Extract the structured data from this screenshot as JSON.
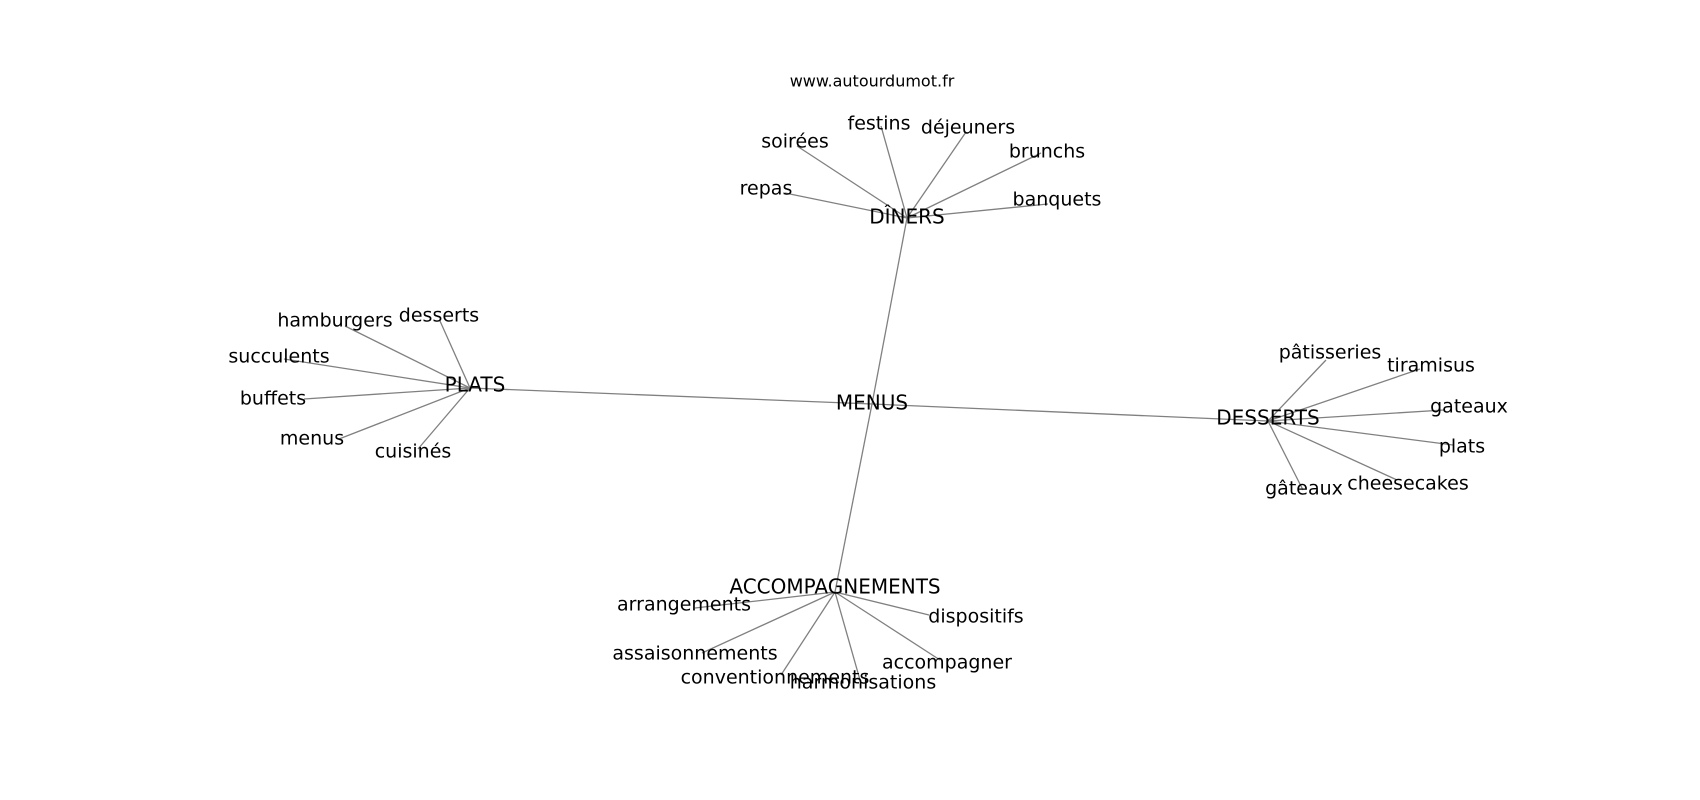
{
  "watermark": "www.autourdumot.fr",
  "root": "MENUS",
  "edge_color": "#808080",
  "groups": [
    {
      "hub": "DÎNERS",
      "leaves": [
        "festins",
        "déjeuners",
        "soirées",
        "brunchs",
        "repas",
        "banquets"
      ]
    },
    {
      "hub": "PLATS",
      "leaves": [
        "hamburgers",
        "desserts",
        "succulents",
        "buffets",
        "menus",
        "cuisinés"
      ]
    },
    {
      "hub": "DESSERTS",
      "leaves": [
        "pâtisseries",
        "tiramisus",
        "gateaux",
        "plats",
        "cheesecakes",
        "gâteaux"
      ]
    },
    {
      "hub": "ACCOMPAGNEMENTS",
      "leaves": [
        "arrangements",
        "dispositifs",
        "assaisonnements",
        "accompagner",
        "conventionnements",
        "harmonisations"
      ]
    }
  ]
}
